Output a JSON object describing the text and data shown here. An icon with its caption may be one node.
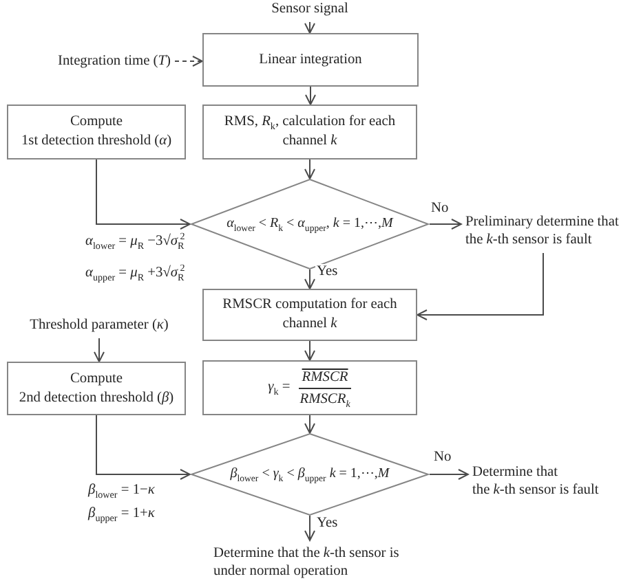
{
  "diagram": {
    "nodes": [
      {
        "text": [
          "Sensor signal"
        ]
      },
      {
        "text": [
          "Linear integration"
        ]
      },
      {
        "text": [
          "Integration time (*T*)"
        ]
      },
      {
        "text": [
          "RMS, *R*$_{k}$, calculation for each channel *k*"
        ]
      },
      {
        "text": [
          "Compute 1st detection threshold (*α*)"
        ]
      },
      {
        "text": [
          "*α*$_{lower}$ < *R*$_{k}$ < *α*$_{upper}$, *k* = 1,⋯,*M*"
        ]
      },
      {
        "text": [
          "Preliminary determine that the *k*-th sensor is fault"
        ]
      },
      {
        "text": [
          "RMSCR computation for each channel *k*"
        ]
      },
      {
        "text": [
          "Threshold parameter (*κ*)"
        ]
      },
      {
        "text": [
          "Compute 2nd detection threshold (*β*)"
        ]
      },
      {
        "text": [
          "*γ*$_{k}$ =",
          "RMSCR",
          "RMSCR$_{k}$"
        ]
      },
      {
        "text": [
          "*β*$_{lower}$ < *γ*$_{k}$ < *β*$_{upper}$ *k* = 1,⋯,*M*"
        ]
      },
      {
        "text": [
          "Determine that the *k*-th sensor is fault"
        ]
      },
      {
        "text": [
          "Determine that the *k*-th sensor is under normal operation"
        ]
      }
    ],
    "edges": [
      {
        "from": 0,
        "to": 1,
        "arrow": "to"
      },
      {
        "from": 2,
        "to": 1,
        "arrow": "to",
        "style": "dashed"
      },
      {
        "from": 1,
        "to": 3,
        "arrow": "to"
      },
      {
        "from": 3,
        "to": 5,
        "arrow": "to"
      },
      {
        "from": 4,
        "to": 5,
        "arrow": "to"
      },
      {
        "from": 5,
        "to": 6,
        "arrow": "to",
        "label": "No"
      },
      {
        "from": 5,
        "to": 7,
        "arrow": "to",
        "label": "Yes"
      },
      {
        "from": 6,
        "to": 7,
        "arrow": "to"
      },
      {
        "from": 8,
        "to": 9,
        "arrow": "to"
      },
      {
        "from": 7,
        "to": 10,
        "arrow": "to"
      },
      {
        "from": 10,
        "to": 11,
        "arrow": "to"
      },
      {
        "from": 9,
        "to": 11,
        "arrow": "to"
      },
      {
        "from": 11,
        "to": 12,
        "arrow": "to",
        "label": "No"
      },
      {
        "from": 11,
        "to": 13,
        "arrow": "to",
        "label": "Yes"
      }
    ],
    "labels": [
      "*α*$_{lower}$ = *μ*$_{R}$ −3√*σ*$_{R}$$^{2}$",
      "*α*$_{upper}$ = *μ*$_{R}$ +3√*σ*$_{R}$$^{2}$",
      "*β*$_{lower}$ = 1−*κ*",
      "*β*$_{upper}$ = 1+*κ*"
    ]
  }
}
